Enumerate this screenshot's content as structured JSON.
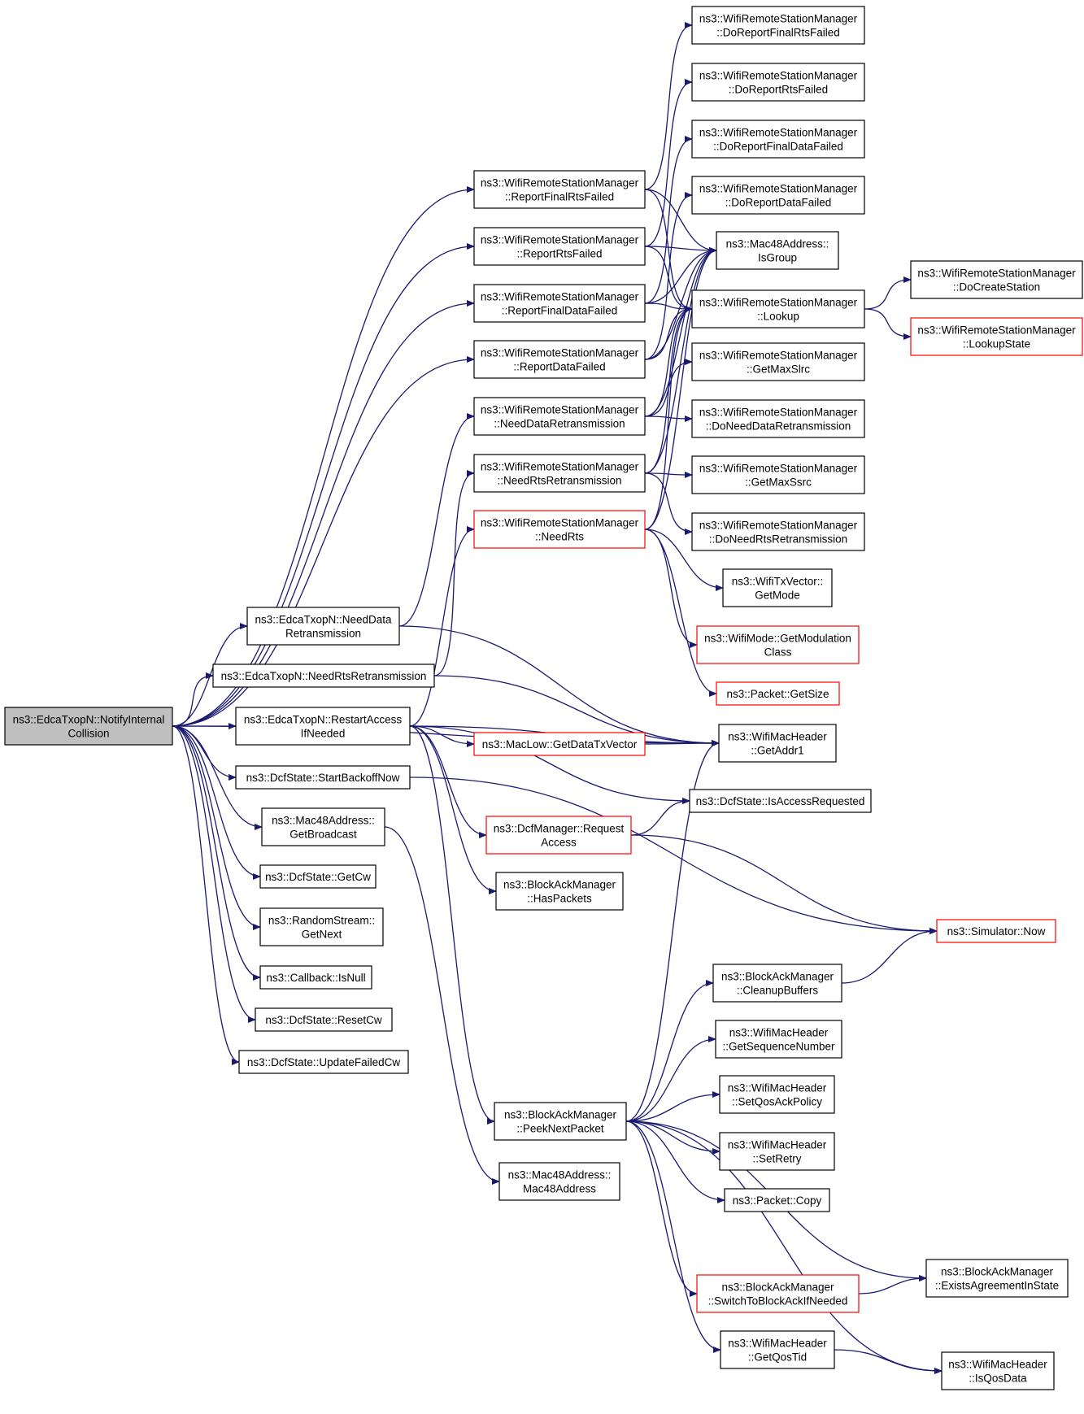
{
  "colors": {
    "edge": "#191970",
    "root_fill": "#bfbfbf",
    "normal_border": "#000000",
    "red_border": "#ff0000"
  },
  "nodes": [
    {
      "id": "root",
      "lines": [
        "ns3::EdcaTxopN::NotifyInternal",
        "Collision"
      ],
      "style": "root"
    },
    {
      "id": "needDataRetx",
      "lines": [
        "ns3::EdcaTxopN::NeedData",
        "Retransmission"
      ],
      "style": "normal"
    },
    {
      "id": "needRtsRetx",
      "lines": [
        "ns3::EdcaTxopN::NeedRtsRetransmission"
      ],
      "style": "normal"
    },
    {
      "id": "restartAccess",
      "lines": [
        "ns3::EdcaTxopN::RestartAccess",
        "IfNeeded"
      ],
      "style": "normal"
    },
    {
      "id": "startBackoff",
      "lines": [
        "ns3::DcfState::StartBackoffNow"
      ],
      "style": "normal"
    },
    {
      "id": "getBroadcast",
      "lines": [
        "ns3::Mac48Address::",
        "GetBroadcast"
      ],
      "style": "normal"
    },
    {
      "id": "getCw",
      "lines": [
        "ns3::DcfState::GetCw"
      ],
      "style": "normal"
    },
    {
      "id": "getNext",
      "lines": [
        "ns3::RandomStream::",
        "GetNext"
      ],
      "style": "normal"
    },
    {
      "id": "isNull",
      "lines": [
        "ns3::Callback::IsNull"
      ],
      "style": "normal"
    },
    {
      "id": "resetCw",
      "lines": [
        "ns3::DcfState::ResetCw"
      ],
      "style": "normal"
    },
    {
      "id": "updateFailedCw",
      "lines": [
        "ns3::DcfState::UpdateFailedCw"
      ],
      "style": "normal"
    },
    {
      "id": "rReportFinalRts",
      "lines": [
        "ns3::WifiRemoteStationManager",
        "::ReportFinalRtsFailed"
      ],
      "style": "normal"
    },
    {
      "id": "rReportRts",
      "lines": [
        "ns3::WifiRemoteStationManager",
        "::ReportRtsFailed"
      ],
      "style": "normal"
    },
    {
      "id": "rReportFinalData",
      "lines": [
        "ns3::WifiRemoteStationManager",
        "::ReportFinalDataFailed"
      ],
      "style": "normal"
    },
    {
      "id": "rReportData",
      "lines": [
        "ns3::WifiRemoteStationManager",
        "::ReportDataFailed"
      ],
      "style": "normal"
    },
    {
      "id": "rNeedDataRetx",
      "lines": [
        "ns3::WifiRemoteStationManager",
        "::NeedDataRetransmission"
      ],
      "style": "normal"
    },
    {
      "id": "rNeedRtsRetx",
      "lines": [
        "ns3::WifiRemoteStationManager",
        "::NeedRtsRetransmission"
      ],
      "style": "normal"
    },
    {
      "id": "rNeedRts",
      "lines": [
        "ns3::WifiRemoteStationManager",
        "::NeedRts"
      ],
      "style": "red"
    },
    {
      "id": "macLowGetDataTx",
      "lines": [
        "ns3::MacLow::GetDataTxVector"
      ],
      "style": "red"
    },
    {
      "id": "dcfManagerRequest",
      "lines": [
        "ns3::DcfManager::Request",
        "Access"
      ],
      "style": "red"
    },
    {
      "id": "bamHasPackets",
      "lines": [
        "ns3::BlockAckManager",
        "::HasPackets"
      ],
      "style": "normal"
    },
    {
      "id": "bamPeekNext",
      "lines": [
        "ns3::BlockAckManager",
        "::PeekNextPacket"
      ],
      "style": "normal"
    },
    {
      "id": "mac48Address",
      "lines": [
        "ns3::Mac48Address::",
        "Mac48Address"
      ],
      "style": "normal"
    },
    {
      "id": "doReportFinalRts",
      "lines": [
        "ns3::WifiRemoteStationManager",
        "::DoReportFinalRtsFailed"
      ],
      "style": "normal"
    },
    {
      "id": "doReportRts",
      "lines": [
        "ns3::WifiRemoteStationManager",
        "::DoReportRtsFailed"
      ],
      "style": "normal"
    },
    {
      "id": "doReportFinalData",
      "lines": [
        "ns3::WifiRemoteStationManager",
        "::DoReportFinalDataFailed"
      ],
      "style": "normal"
    },
    {
      "id": "doReportData",
      "lines": [
        "ns3::WifiRemoteStationManager",
        "::DoReportDataFailed"
      ],
      "style": "normal"
    },
    {
      "id": "isGroup",
      "lines": [
        "ns3::Mac48Address::",
        "IsGroup"
      ],
      "style": "normal"
    },
    {
      "id": "lookup",
      "lines": [
        "ns3::WifiRemoteStationManager",
        "::Lookup"
      ],
      "style": "normal"
    },
    {
      "id": "getMaxSlrc",
      "lines": [
        "ns3::WifiRemoteStationManager",
        "::GetMaxSlrc"
      ],
      "style": "normal"
    },
    {
      "id": "doNeedDataRetx",
      "lines": [
        "ns3::WifiRemoteStationManager",
        "::DoNeedDataRetransmission"
      ],
      "style": "normal"
    },
    {
      "id": "getMaxSsrc",
      "lines": [
        "ns3::WifiRemoteStationManager",
        "::GetMaxSsrc"
      ],
      "style": "normal"
    },
    {
      "id": "doNeedRtsRetx",
      "lines": [
        "ns3::WifiRemoteStationManager",
        "::DoNeedRtsRetransmission"
      ],
      "style": "normal"
    },
    {
      "id": "txVectorGetMode",
      "lines": [
        "ns3::WifiTxVector::",
        "GetMode"
      ],
      "style": "normal"
    },
    {
      "id": "wifiModeGetMod",
      "lines": [
        "ns3::WifiMode::GetModulation",
        "Class"
      ],
      "style": "red"
    },
    {
      "id": "packetGetSize",
      "lines": [
        "ns3::Packet::GetSize"
      ],
      "style": "red"
    },
    {
      "id": "getAddr1",
      "lines": [
        "ns3::WifiMacHeader",
        "::GetAddr1"
      ],
      "style": "normal"
    },
    {
      "id": "isAccessRequested",
      "lines": [
        "ns3::DcfState::IsAccessRequested"
      ],
      "style": "normal"
    },
    {
      "id": "simulatorNow",
      "lines": [
        "ns3::Simulator::Now"
      ],
      "style": "red"
    },
    {
      "id": "cleanupBuffers",
      "lines": [
        "ns3::BlockAckManager",
        "::CleanupBuffers"
      ],
      "style": "normal"
    },
    {
      "id": "getSeqNum",
      "lines": [
        "ns3::WifiMacHeader",
        "::GetSequenceNumber"
      ],
      "style": "normal"
    },
    {
      "id": "setQosAck",
      "lines": [
        "ns3::WifiMacHeader",
        "::SetQosAckPolicy"
      ],
      "style": "normal"
    },
    {
      "id": "setRetry",
      "lines": [
        "ns3::WifiMacHeader",
        "::SetRetry"
      ],
      "style": "normal"
    },
    {
      "id": "packetCopy",
      "lines": [
        "ns3::Packet::Copy"
      ],
      "style": "normal"
    },
    {
      "id": "switchToBA",
      "lines": [
        "ns3::BlockAckManager",
        "::SwitchToBlockAckIfNeeded"
      ],
      "style": "red"
    },
    {
      "id": "getQosTid",
      "lines": [
        "ns3::WifiMacHeader",
        "::GetQosTid"
      ],
      "style": "normal"
    },
    {
      "id": "doCreateStation",
      "lines": [
        "ns3::WifiRemoteStationManager",
        "::DoCreateStation"
      ],
      "style": "normal"
    },
    {
      "id": "lookupState",
      "lines": [
        "ns3::WifiRemoteStationManager",
        "::LookupState"
      ],
      "style": "red"
    },
    {
      "id": "existsAgreement",
      "lines": [
        "ns3::BlockAckManager",
        "::ExistsAgreementInState"
      ],
      "style": "normal"
    },
    {
      "id": "isQosData",
      "lines": [
        "ns3::WifiMacHeader",
        "::IsQosData"
      ],
      "style": "normal"
    }
  ],
  "edges": [
    [
      "root",
      "rReportFinalRts"
    ],
    [
      "root",
      "rReportRts"
    ],
    [
      "root",
      "rReportFinalData"
    ],
    [
      "root",
      "rReportData"
    ],
    [
      "root",
      "getAddr1"
    ],
    [
      "root",
      "needDataRetx"
    ],
    [
      "root",
      "needRtsRetx"
    ],
    [
      "root",
      "restartAccess"
    ],
    [
      "root",
      "startBackoff"
    ],
    [
      "root",
      "getBroadcast"
    ],
    [
      "root",
      "getCw"
    ],
    [
      "root",
      "getNext"
    ],
    [
      "root",
      "isNull"
    ],
    [
      "root",
      "resetCw"
    ],
    [
      "root",
      "updateFailedCw"
    ],
    [
      "needDataRetx",
      "rNeedDataRetx"
    ],
    [
      "needDataRetx",
      "getAddr1"
    ],
    [
      "needRtsRetx",
      "rNeedRtsRetx"
    ],
    [
      "needRtsRetx",
      "getAddr1"
    ],
    [
      "restartAccess",
      "rNeedRts"
    ],
    [
      "restartAccess",
      "getAddr1"
    ],
    [
      "restartAccess",
      "macLowGetDataTx"
    ],
    [
      "restartAccess",
      "isAccessRequested"
    ],
    [
      "restartAccess",
      "dcfManagerRequest"
    ],
    [
      "restartAccess",
      "bamHasPackets"
    ],
    [
      "restartAccess",
      "bamPeekNext"
    ],
    [
      "startBackoff",
      "simulatorNow"
    ],
    [
      "getBroadcast",
      "mac48Address"
    ],
    [
      "rReportFinalRts",
      "doReportFinalRts"
    ],
    [
      "rReportFinalRts",
      "isGroup"
    ],
    [
      "rReportFinalRts",
      "lookup"
    ],
    [
      "rReportRts",
      "doReportRts"
    ],
    [
      "rReportRts",
      "isGroup"
    ],
    [
      "rReportRts",
      "lookup"
    ],
    [
      "rReportFinalData",
      "doReportFinalData"
    ],
    [
      "rReportFinalData",
      "isGroup"
    ],
    [
      "rReportFinalData",
      "lookup"
    ],
    [
      "rReportData",
      "doReportData"
    ],
    [
      "rReportData",
      "isGroup"
    ],
    [
      "rReportData",
      "lookup"
    ],
    [
      "rNeedDataRetx",
      "isGroup"
    ],
    [
      "rNeedDataRetx",
      "lookup"
    ],
    [
      "rNeedDataRetx",
      "getMaxSlrc"
    ],
    [
      "rNeedDataRetx",
      "doNeedDataRetx"
    ],
    [
      "rNeedRtsRetx",
      "isGroup"
    ],
    [
      "rNeedRtsRetx",
      "lookup"
    ],
    [
      "rNeedRtsRetx",
      "getMaxSsrc"
    ],
    [
      "rNeedRtsRetx",
      "doNeedRtsRetx"
    ],
    [
      "rNeedRts",
      "isGroup"
    ],
    [
      "rNeedRts",
      "lookup"
    ],
    [
      "rNeedRts",
      "txVectorGetMode"
    ],
    [
      "rNeedRts",
      "wifiModeGetMod"
    ],
    [
      "rNeedRts",
      "packetGetSize"
    ],
    [
      "macLowGetDataTx",
      "getAddr1"
    ],
    [
      "dcfManagerRequest",
      "isAccessRequested"
    ],
    [
      "dcfManagerRequest",
      "simulatorNow"
    ],
    [
      "lookup",
      "doCreateStation"
    ],
    [
      "lookup",
      "lookupState"
    ],
    [
      "bamPeekNext",
      "getAddr1"
    ],
    [
      "bamPeekNext",
      "cleanupBuffers"
    ],
    [
      "bamPeekNext",
      "getSeqNum"
    ],
    [
      "bamPeekNext",
      "setQosAck"
    ],
    [
      "bamPeekNext",
      "setRetry"
    ],
    [
      "bamPeekNext",
      "packetCopy"
    ],
    [
      "bamPeekNext",
      "existsAgreement"
    ],
    [
      "bamPeekNext",
      "switchToBA"
    ],
    [
      "bamPeekNext",
      "getQosTid"
    ],
    [
      "bamPeekNext",
      "isQosData"
    ],
    [
      "cleanupBuffers",
      "simulatorNow"
    ],
    [
      "switchToBA",
      "existsAgreement"
    ],
    [
      "getQosTid",
      "isQosData"
    ]
  ]
}
